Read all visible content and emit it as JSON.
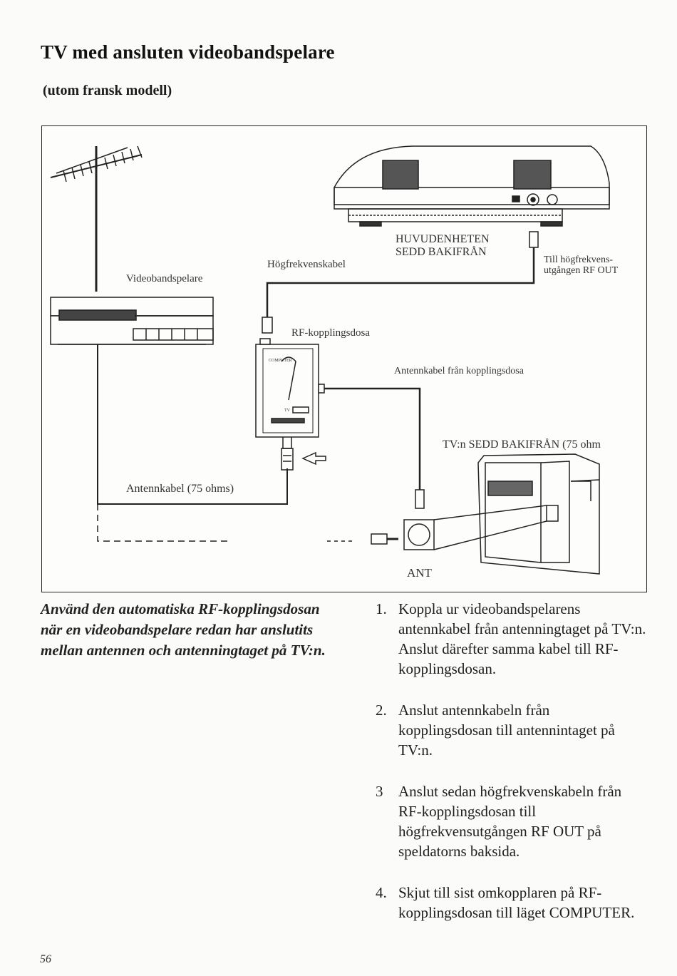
{
  "page": {
    "title": "TV med ansluten videobandspelare",
    "subtitle": "(utom fransk modell)",
    "page_number": "56"
  },
  "figure": {
    "labels": {
      "main_unit": "HUVUDENHETEN\nSEDD BAKIFRÅN",
      "hf_cable": "Högfrekvenskabel",
      "to_rf_out": "Till högfrekvens-\nutgången RF OUT",
      "vcr": "Videobandspelare",
      "rf_box": "RF-kopplingsdosa",
      "antenna_cable_from_box": "Antennkabel från kopplingsdosa",
      "tv_rear": "TV:n SEDD BAKIFRÅN (75 ohm",
      "antenna_cable": "Antennkabel (75 ohms)",
      "ant": "ANT",
      "box_computer": "COMPUTER",
      "box_tv": "TV"
    }
  },
  "caption": "Använd den automatiska RF-kopplingsdosan när en videobandspelare redan har anslutits mellan antennen och antenningtaget på TV:n.",
  "steps": [
    {
      "num": "1.",
      "text": "Koppla ur videobandspelarens antennkabel från antenningtaget på TV:n. Anslut därefter samma kabel till RF-kopplingsdosan."
    },
    {
      "num": "2.",
      "text": "Anslut antennkabeln från kopplingsdosan till antennintaget på TV:n."
    },
    {
      "num": "3",
      "text": "Anslut sedan högfrekvenskabeln från RF-kopplingsdosan till högfrekvensutgången RF OUT på speldatorns baksida."
    },
    {
      "num": "4.",
      "text": "Skjut till sist omkopplaren på RF-kopplingsdosan till läget COMPUTER."
    }
  ]
}
